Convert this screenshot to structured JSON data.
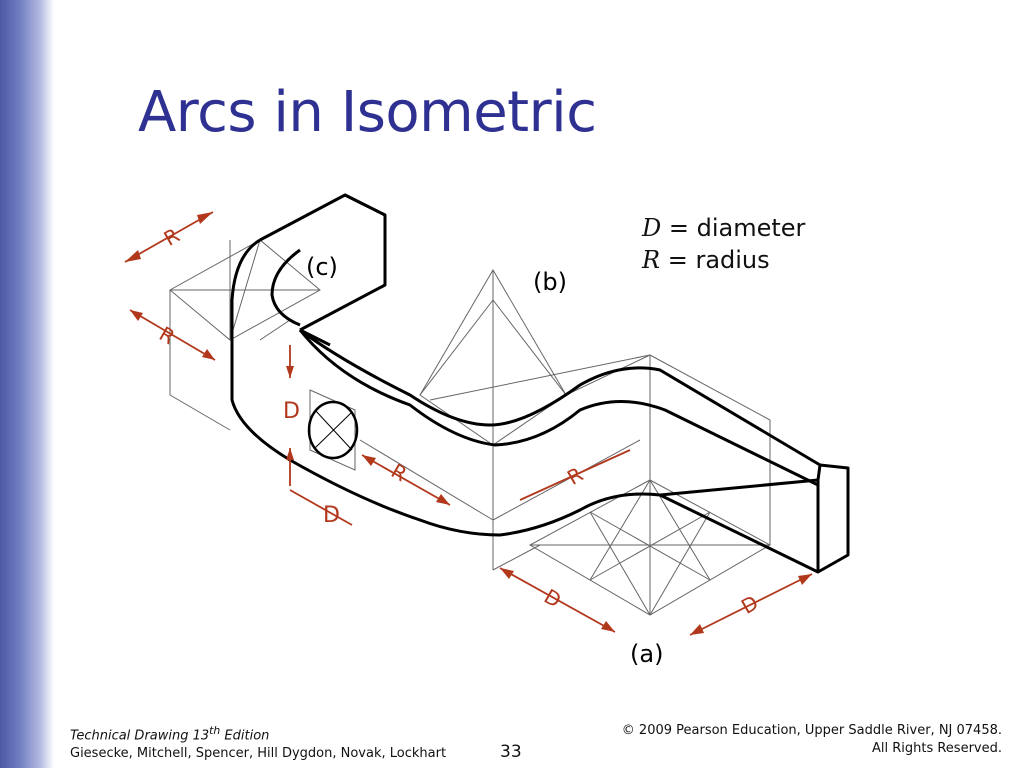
{
  "slide": {
    "title": "Arcs in Isometric",
    "page_number": "33"
  },
  "legend": {
    "d_symbol": "D",
    "d_text": " = diameter",
    "r_symbol": "R",
    "r_text": " = radius"
  },
  "figure_labels": {
    "a": "(a)",
    "b": "(b)",
    "c": "(c)",
    "radius": "R",
    "diameter": "D"
  },
  "colors": {
    "title": "#2e3192",
    "dimension": "#b2381c",
    "outline": "#000000",
    "construction": "#555555"
  },
  "footer": {
    "book_title": "Technical Drawing  13",
    "book_sup": "th",
    "book_edition": " Edition",
    "authors": "Giesecke, Mitchell, Spencer, Hill Dygdon, Novak, Lockhart",
    "copyright": "© 2009 Pearson Education, Upper Saddle River, NJ 07458.",
    "rights": "All Rights Reserved."
  }
}
